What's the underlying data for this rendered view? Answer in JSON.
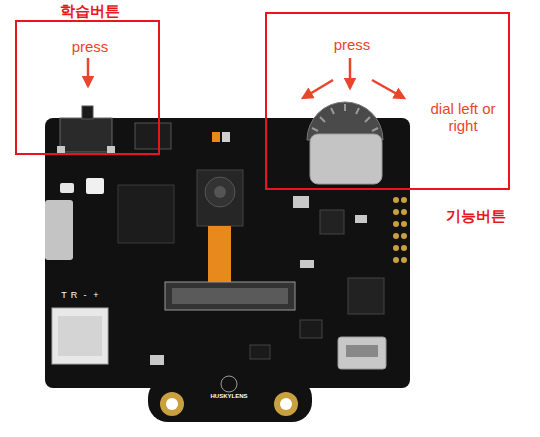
{
  "diagram": {
    "nodes": [
      {
        "text": [
          "학습버튼",
          "press"
        ]
      },
      {
        "text": [
          "press",
          "dial left or right",
          "기능버튼"
        ]
      }
    ],
    "labels": [
      "T",
      "R",
      "-",
      "+",
      "HUSKYLENS"
    ]
  }
}
